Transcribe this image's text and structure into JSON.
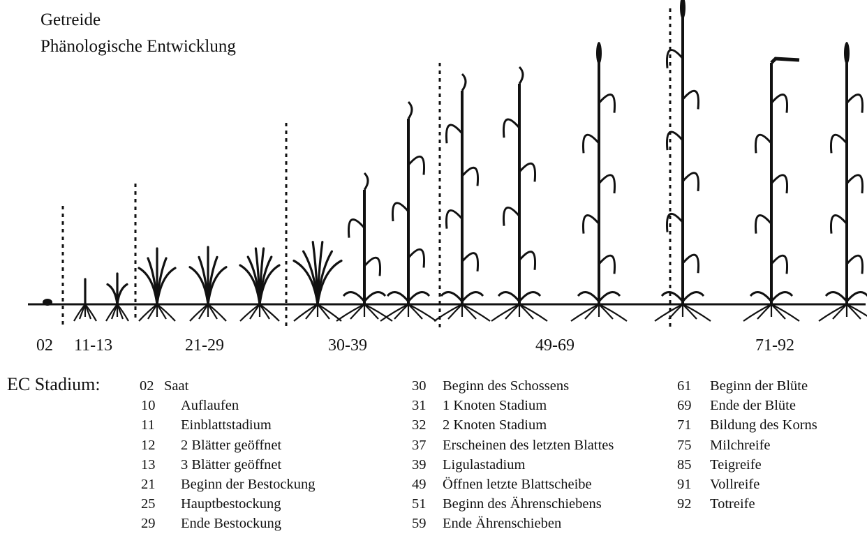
{
  "title": [
    "Getreide",
    "Phänologische Entwicklung"
  ],
  "stage_groups": [
    "02",
    "11-13",
    "21-29",
    "30-39",
    "49-69",
    "71-92"
  ],
  "legend_heading": "EC Stadium:",
  "legend_columns": [
    [
      {
        "code": "02",
        "desc": "Saat"
      },
      {
        "code": "10",
        "desc": "Auflaufen"
      },
      {
        "code": "11",
        "desc": "Einblattstadium"
      },
      {
        "code": "12",
        "desc": "2 Blätter geöffnet"
      },
      {
        "code": "13",
        "desc": "3 Blätter geöffnet"
      },
      {
        "code": "21",
        "desc": "Beginn der Bestockung"
      },
      {
        "code": "25",
        "desc": "Hauptbestockung"
      },
      {
        "code": "29",
        "desc": "Ende Bestockung"
      }
    ],
    [
      {
        "code": "30",
        "desc": "Beginn des Schossens"
      },
      {
        "code": "31",
        "desc": "1 Knoten Stadium"
      },
      {
        "code": "32",
        "desc": "2 Knoten Stadium"
      },
      {
        "code": "37",
        "desc": "Erscheinen des letzten Blattes"
      },
      {
        "code": "39",
        "desc": "Ligulastadium"
      },
      {
        "code": "49",
        "desc": "Öffnen letzte Blattscheibe"
      },
      {
        "code": "51",
        "desc": "Beginn des Ährenschiebens"
      },
      {
        "code": "59",
        "desc": "Ende Ährenschieben"
      }
    ],
    [
      {
        "code": "61",
        "desc": "Beginn der Blüte"
      },
      {
        "code": "69",
        "desc": "Ende der Blüte"
      },
      {
        "code": "71",
        "desc": "Bildung des Korns"
      },
      {
        "code": "75",
        "desc": "Milchreife"
      },
      {
        "code": "85",
        "desc": "Teigreife"
      },
      {
        "code": "91",
        "desc": "Vollreife"
      },
      {
        "code": "92",
        "desc": "Totreife"
      }
    ]
  ]
}
